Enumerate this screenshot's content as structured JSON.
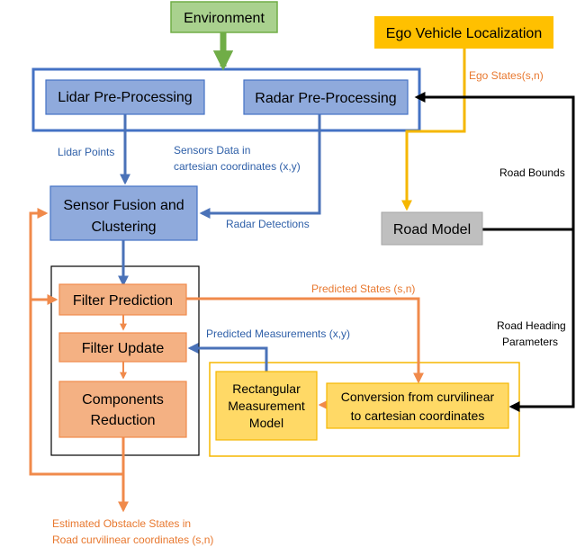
{
  "nodes": {
    "environment": "Environment",
    "ego_localization": "Ego Vehicle Localization",
    "lidar_pre": "Lidar Pre-Processing",
    "radar_pre": "Radar Pre-Processing",
    "sensor_fusion": [
      "Sensor Fusion and",
      "Clustering"
    ],
    "road_model": "Road Model",
    "filter_prediction": "Filter Prediction",
    "filter_update": "Filter Update",
    "components_reduction": [
      "Components",
      "Reduction"
    ],
    "rect_measurement": [
      "Rectangular",
      "Measurement",
      "Model"
    ],
    "conversion": [
      "Conversion from curvilinear",
      "to cartesian coordinates"
    ]
  },
  "edges": {
    "ego_states": "Ego States(s,n)",
    "lidar_points": "Lidar Points",
    "sensors_data": [
      "Sensors Data in",
      "cartesian coordinates (x,y)"
    ],
    "radar_detections": "Radar Detections",
    "road_bounds": "Road Bounds",
    "predicted_states": "Predicted States (s,n)",
    "predicted_measurements": "Predicted Measurements (x,y)",
    "road_heading": [
      "Road Heading",
      "Parameters"
    ],
    "estimated_states": [
      "Estimated Obstacle States in",
      "Road curvilinear coordinates (s,n)"
    ]
  },
  "colors": {
    "green_fill": "#a9d18e",
    "green_stroke": "#70ad47",
    "yellow_fill": "#ffc000",
    "blue_fill": "#8faadc",
    "blue_stroke": "#4472c4",
    "blue_arrow": "#4a72b8",
    "gray_fill": "#bfbfbf",
    "salmon_fill": "#f4b183",
    "salmon_stroke": "#f08a4b",
    "orange_arrow": "#f08a4b",
    "light_yellow_fill": "#ffd966",
    "yellow_stroke": "#f5b700",
    "label_blue": "#2e5fa8",
    "label_orange": "#e8782f"
  }
}
